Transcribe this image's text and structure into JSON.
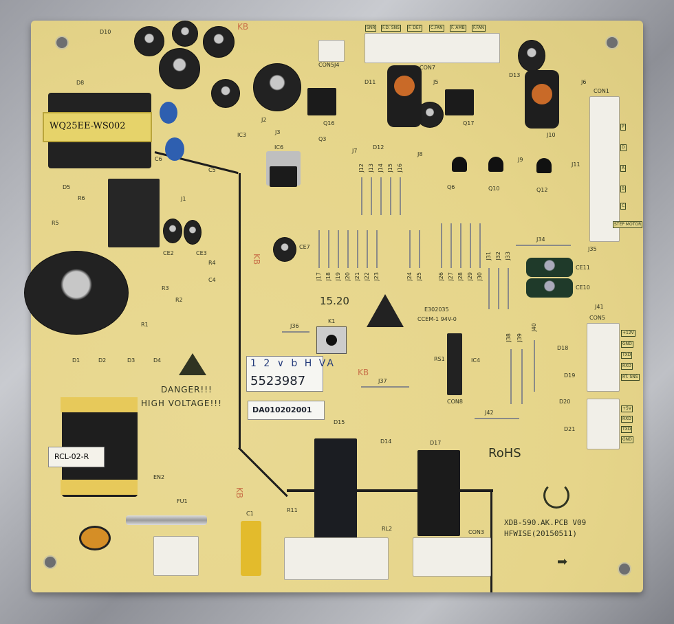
{
  "board": {
    "model": "XDB-590.AK.PCB V09",
    "maker_date": "HFWISE(20150511)",
    "rohs": "RoHS",
    "danger": "DANGER!!!",
    "high_voltage": "HIGH VOLTAGE!!!",
    "ul_mark": "E302035",
    "ul_rating": "CCEM-1 94V-0",
    "silk_time": "15.20",
    "kb_mark": "KB",
    "brand_colors": {
      "pcb": "#e8d98f",
      "silkscreen": "#2f3322"
    }
  },
  "stickers": {
    "handwritten": "1 2 ∨ b H VA",
    "serial": "5523987",
    "part_number": "DA010202001"
  },
  "transformer": {
    "label": "WQ25EE-WS002"
  },
  "filter": {
    "label": "RCL-02-R"
  },
  "top_connector": {
    "pins": [
      "SNR",
      "F.D. SNS",
      "F. DEF",
      "C.FAN",
      "F. AMB",
      "F.FAN"
    ],
    "name": "CON7"
  },
  "right_connector": {
    "name": "CON1",
    "pins": [
      "P",
      "D",
      "A",
      "B",
      "C",
      "STEP MOTOR"
    ]
  },
  "con5": {
    "name": "CON5",
    "pins": [
      "+12V",
      "GND",
      "TXD",
      "RXD",
      "RT. SNS"
    ]
  },
  "con6": {
    "pins": [
      "+5V",
      "RXD",
      "TXD",
      "GND"
    ]
  },
  "refs": {
    "D10": "D10",
    "D8": "D8",
    "R5": "R5",
    "D5": "D5",
    "R6": "R6",
    "C5": "C5",
    "C6": "C6",
    "J1": "J1",
    "CE2": "CE2",
    "CE3": "CE3",
    "R4": "R4",
    "C4": "C4",
    "R3": "R3",
    "R2": "R2",
    "R1": "R1",
    "D1": "D1",
    "D2": "D2",
    "D3": "D3",
    "D4": "D4",
    "EN2": "EN2",
    "FU1": "FU1",
    "C1": "C1",
    "R11": "R11",
    "CON5J4": "CON5J4",
    "IC3": "IC3",
    "IC6": "IC6",
    "J2": "J2",
    "J3": "J3",
    "Q3": "Q3",
    "Q16": "Q16",
    "D11": "D11",
    "D12": "D12",
    "J5": "J5",
    "Q17": "Q17",
    "D13": "D13",
    "J6": "J6",
    "J7": "J7",
    "J8": "J8",
    "J9": "J9",
    "J10": "J10",
    "J11": "J11",
    "Q6": "Q6",
    "Q10": "Q10",
    "Q12": "Q12",
    "CE7": "CE7",
    "J12": "J12",
    "J13": "J13",
    "J14": "J14",
    "J15": "J15",
    "J16": "J16",
    "J17": "J17",
    "J18": "J18",
    "J19": "J19",
    "J20": "J20",
    "J21": "J21",
    "J22": "J22",
    "J23": "J23",
    "J24": "J24",
    "J25": "J25",
    "J26": "J26",
    "J27": "J27",
    "J28": "J28",
    "J29": "J29",
    "J30": "J30",
    "J31": "J31",
    "J32": "J32",
    "J33": "J33",
    "J34": "J34",
    "J35": "J35",
    "CE11": "CE11",
    "CE10": "CE10",
    "J36": "J36",
    "K1": "K1",
    "J37": "J37",
    "RS1": "RS1",
    "IC4": "IC4",
    "CON8": "CON8",
    "J38": "J38",
    "J39": "J39",
    "J40": "J40",
    "J41": "J41",
    "J42": "J42",
    "D18": "D18",
    "D19": "D19",
    "D20": "D20",
    "D21": "D21",
    "D15": "D15",
    "D14": "D14",
    "D17": "D17",
    "RL2": "RL2",
    "CON3": "CON3",
    "CON7": "CON7"
  }
}
